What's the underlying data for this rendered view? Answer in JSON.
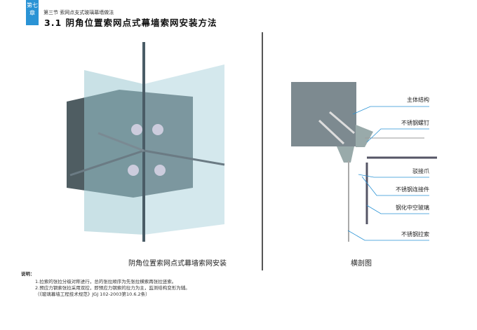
{
  "header": {
    "chapter": "第七章",
    "section": "第三节 索网点支式玻璃幕墙做法",
    "title": "3.1 阴角位置索网点式幕墙索网安装方法"
  },
  "left_figure": {
    "caption": "阴角位置索网点式幕墙索网安装"
  },
  "right_figure": {
    "caption": "横剖图",
    "labels": [
      "主体结构",
      "不锈钢螺钉",
      "驳接爪",
      "不锈钢连接件",
      "钢化中空玻璃",
      "不锈钢拉索"
    ]
  },
  "notes": {
    "heading": "说明：",
    "lines": [
      "1.拉索的张拉分级对称进行，总的张拉顺序为先张拉横索再张拉竖索。",
      "2.预应力钢索张拉采用双控，即预应力钢索的拉力为主，监测结构变形为辅。",
      "（《玻璃幕墙工程技术规范》JGJ 102-2003第10.6.2条）"
    ]
  },
  "colors": {
    "accent": "#2a93d5",
    "callout": "#2a93d5"
  }
}
